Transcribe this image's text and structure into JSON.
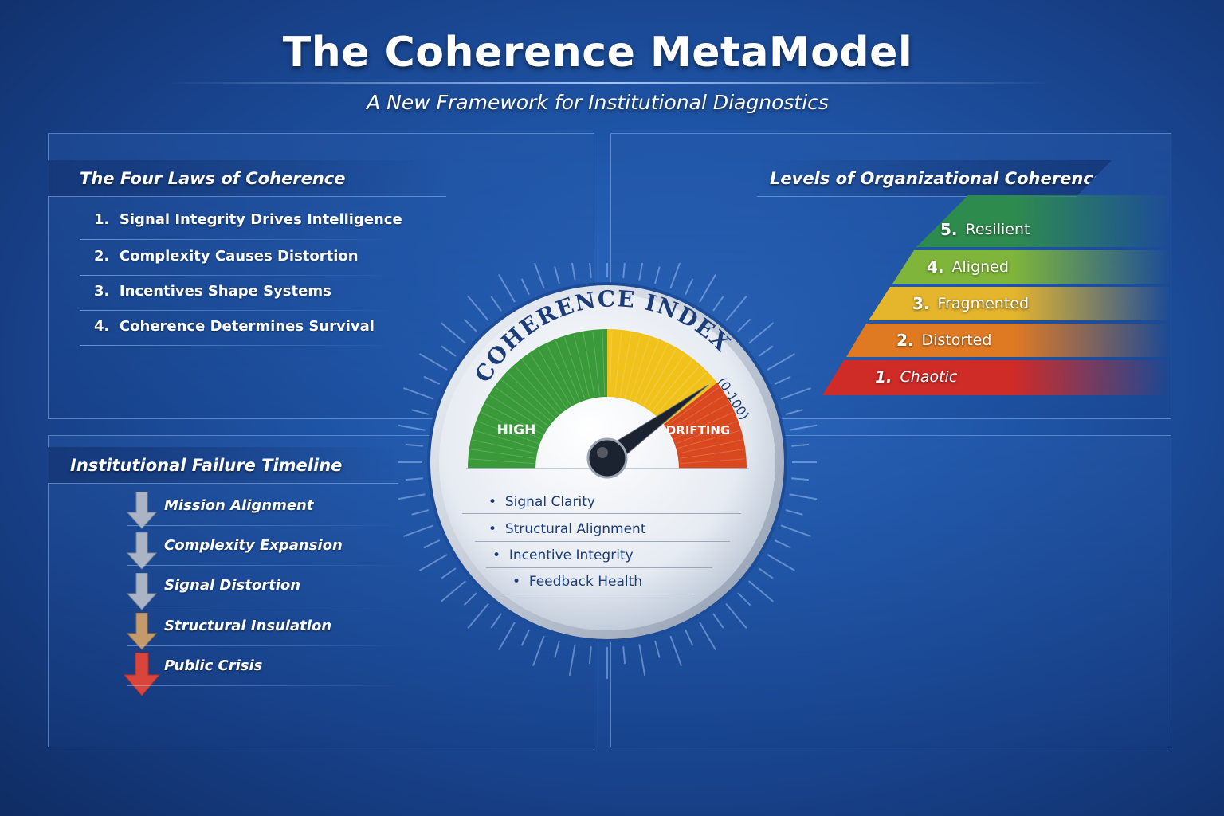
{
  "header": {
    "title": "The Coherence MetaModel",
    "subtitle": "A New Framework for Institutional Diagnostics"
  },
  "laws": {
    "heading": "The Four Laws of Coherence",
    "items": [
      {
        "num": "1.",
        "text": "Signal Integrity Drives Intelligence"
      },
      {
        "num": "2.",
        "text": "Complexity Causes Distortion"
      },
      {
        "num": "3.",
        "text": "Incentives Shape Systems"
      },
      {
        "num": "4.",
        "text": "Coherence Determines Survival"
      }
    ]
  },
  "levels": {
    "heading": "Levels of Organizational Coherence",
    "items": [
      {
        "num": "5.",
        "text": "Resilient",
        "color": "#2e8b4e"
      },
      {
        "num": "4.",
        "text": "Aligned",
        "color": "#7fb53a"
      },
      {
        "num": "3.",
        "text": "Fragmented",
        "color": "#e5b52c"
      },
      {
        "num": "2.",
        "text": "Distorted",
        "color": "#e07a22"
      },
      {
        "num": "1.",
        "text": "Chaotic",
        "color": "#cf2b27"
      }
    ]
  },
  "timeline": {
    "heading": "Institutional Failure Timeline",
    "items": [
      {
        "text": "Mission Alignment",
        "color": "#aab4c4"
      },
      {
        "text": "Complexity Expansion",
        "color": "#aab4c4"
      },
      {
        "text": "Signal Distortion",
        "color": "#aab4c4"
      },
      {
        "text": "Structural Insulation",
        "color": "#c49a6c"
      },
      {
        "text": "Public Crisis",
        "color": "#d9453a"
      }
    ]
  },
  "dial": {
    "title_main": "COHERENCE INDEX",
    "title_range": "(0-100)",
    "high_label": "HIGH",
    "drifting_label": "DRIFTING",
    "needle_value": 78,
    "metrics": [
      "Signal Clarity",
      "Structural Alignment",
      "Incentive Integrity",
      "Feedback Health"
    ],
    "colors": {
      "green": "#3a9a3a",
      "yellow": "#f1c21b",
      "red": "#d9481f"
    }
  }
}
